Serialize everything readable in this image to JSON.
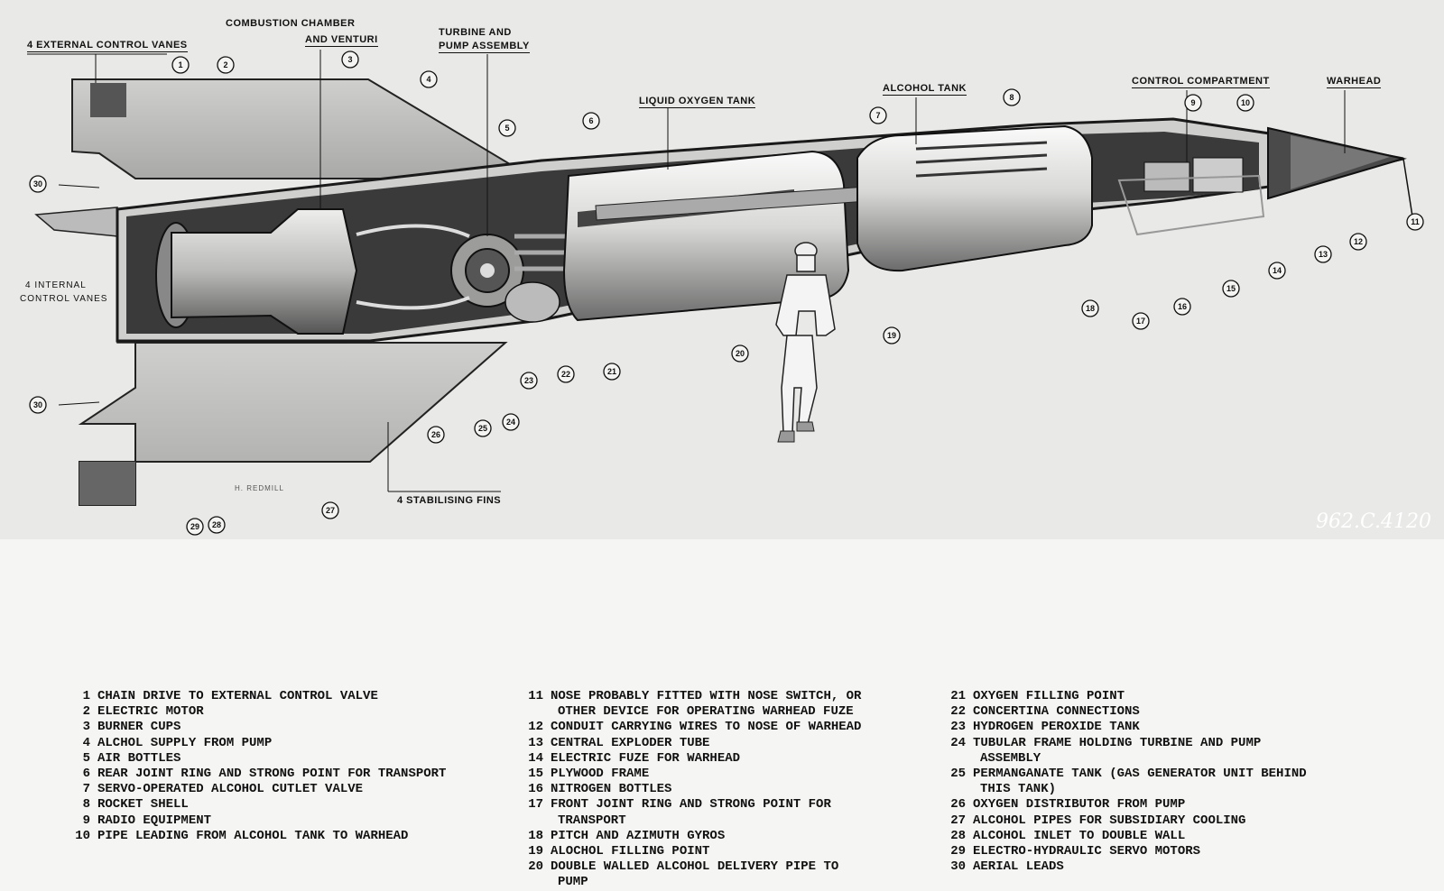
{
  "callouts": {
    "external_vanes": "4 EXTERNAL CONTROL VANES",
    "combustion_1": "COMBUSTION CHAMBER",
    "combustion_2": "AND VENTURI",
    "turbine_1": "TURBINE AND",
    "turbine_2": "PUMP ASSEMBLY",
    "lox_tank": "LIQUID OXYGEN TANK",
    "alcohol_tank": "ALCOHOL TANK",
    "control_compartment": "CONTROL COMPARTMENT",
    "warhead": "WARHEAD",
    "internal_vanes_1": "4 INTERNAL",
    "internal_vanes_2": "CONTROL VANES",
    "stabilising_fins": "4 STABILISING FINS",
    "artist": "H. REDMILL"
  },
  "markers": [
    "1",
    "2",
    "3",
    "4",
    "5",
    "6",
    "7",
    "8",
    "9",
    "10",
    "11",
    "12",
    "13",
    "14",
    "15",
    "16",
    "17",
    "18",
    "19",
    "20",
    "21",
    "22",
    "23",
    "24",
    "25",
    "26",
    "27",
    "28",
    "29",
    "30",
    "30"
  ],
  "stamp": "962.C.4120",
  "legend": [
    {
      "n": "1",
      "t": "CHAIN DRIVE TO EXTERNAL CONTROL VALVE"
    },
    {
      "n": "2",
      "t": "ELECTRIC MOTOR"
    },
    {
      "n": "3",
      "t": "BURNER CUPS"
    },
    {
      "n": "4",
      "t": "ALCHOL SUPPLY FROM PUMP"
    },
    {
      "n": "5",
      "t": "AIR BOTTLES"
    },
    {
      "n": "6",
      "t": "REAR JOINT RING AND STRONG POINT FOR TRANSPORT"
    },
    {
      "n": "7",
      "t": "SERVO-OPERATED ALCOHOL CUTLET VALVE"
    },
    {
      "n": "8",
      "t": "ROCKET SHELL"
    },
    {
      "n": "9",
      "t": "RADIO EQUIPMENT"
    },
    {
      "n": "10",
      "t": "PIPE LEADING FROM ALCOHOL TANK TO WARHEAD"
    },
    {
      "n": "11",
      "t": "NOSE PROBABLY FITTED WITH NOSE SWITCH, OR"
    },
    {
      "n": "",
      "t": "OTHER DEVICE FOR OPERATING WARHEAD FUZE"
    },
    {
      "n": "12",
      "t": "CONDUIT CARRYING WIRES TO NOSE OF WARHEAD"
    },
    {
      "n": "13",
      "t": "CENTRAL EXPLODER TUBE"
    },
    {
      "n": "14",
      "t": "ELECTRIC FUZE FOR WARHEAD"
    },
    {
      "n": "15",
      "t": "PLYWOOD FRAME"
    },
    {
      "n": "16",
      "t": "NITROGEN BOTTLES"
    },
    {
      "n": "17",
      "t": "FRONT JOINT RING AND STRONG POINT FOR"
    },
    {
      "n": "",
      "t": "TRANSPORT"
    },
    {
      "n": "18",
      "t": "PITCH AND AZIMUTH GYROS"
    },
    {
      "n": "19",
      "t": "ALOCHOL FILLING POINT"
    },
    {
      "n": "20",
      "t": "DOUBLE WALLED ALCOHOL DELIVERY PIPE TO"
    },
    {
      "n": "",
      "t": "PUMP"
    },
    {
      "n": "21",
      "t": "OXYGEN FILLING POINT"
    },
    {
      "n": "22",
      "t": "CONCERTINA CONNECTIONS"
    },
    {
      "n": "23",
      "t": "HYDROGEN PEROXIDE TANK"
    },
    {
      "n": "24",
      "t": "TUBULAR FRAME HOLDING TURBINE AND PUMP"
    },
    {
      "n": "",
      "t": "ASSEMBLY"
    },
    {
      "n": "25",
      "t": "PERMANGANATE TANK (GAS GENERATOR UNIT BEHIND"
    },
    {
      "n": "",
      "t": "THIS TANK)"
    },
    {
      "n": "26",
      "t": "OXYGEN DISTRIBUTOR FROM PUMP"
    },
    {
      "n": "27",
      "t": "ALCOHOL PIPES FOR SUBSIDIARY COOLING"
    },
    {
      "n": "28",
      "t": "ALCOHOL INLET TO DOUBLE WALL"
    },
    {
      "n": "29",
      "t": "ELECTRO-HYDRAULIC SERVO MOTORS"
    },
    {
      "n": "30",
      "t": "AERIAL LEADS"
    }
  ]
}
